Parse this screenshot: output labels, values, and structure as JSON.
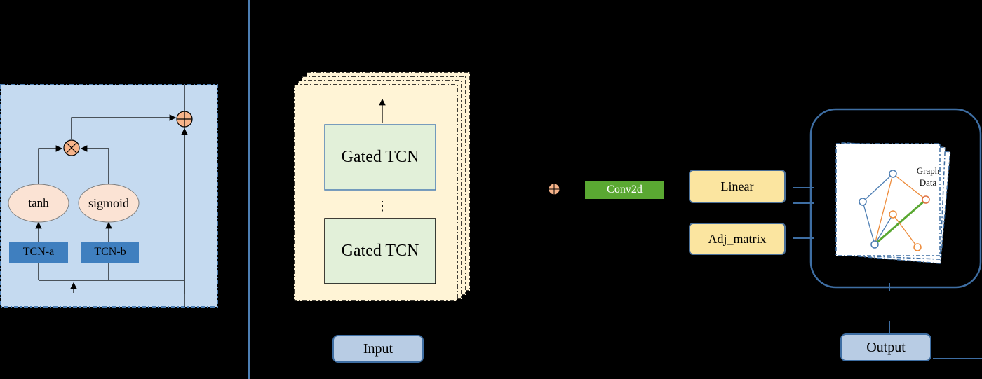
{
  "gated_unit": {
    "tcn_a": "TCN-a",
    "tcn_b": "TCN-b",
    "tanh": "tanh",
    "sigmoid": "sigmoid"
  },
  "stack": {
    "block_top": "Gated TCN",
    "block_bottom": "Gated TCN",
    "ellipsis": "⋮"
  },
  "conv": "Conv2d",
  "linear": "Linear",
  "adj": "Adj_matrix",
  "graph": {
    "title_line1": "Graph",
    "title_line2": "Data"
  },
  "input": "Input",
  "output": "Output",
  "colors": {
    "panel_fill": "#c5daf0",
    "panel_border": "#4d7eb3",
    "tcn_fill": "#3f7fbf",
    "oval_fill": "#fbe3d4",
    "op_fill": "#f7b48a",
    "stack_fill": "#fff4d6",
    "gtcn_fill": "#e2f0d9",
    "conv_fill": "#5aa832",
    "yellow_fill": "#fbe5a0",
    "io_fill": "#b8cce4"
  }
}
